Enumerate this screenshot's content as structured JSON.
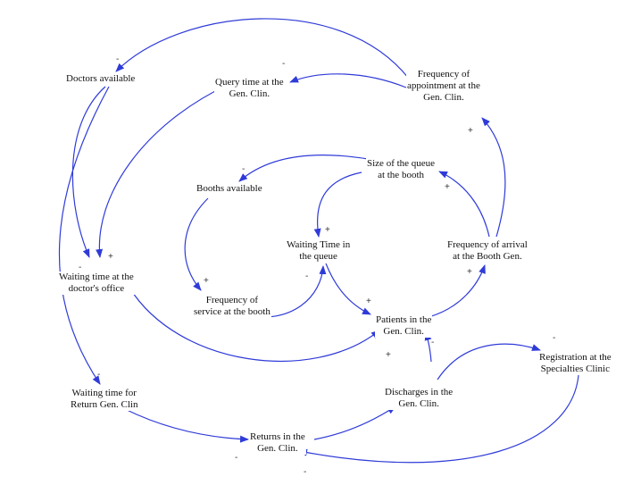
{
  "colors": {
    "edge": "#2f3bd8",
    "text": "#111111"
  },
  "nodes": {
    "doctors_available": "Doctors available",
    "query_time": "Query time at the\nGen. Clin.",
    "freq_appointment": "Frequency of\nappointment at the\nGen. Clin.",
    "booths_available": "Booths available",
    "size_queue": "Size of the queue\nat the booth",
    "waiting_time_queue": "Waiting Time in\nthe queue",
    "freq_arrival": "Frequency of arrival\nat the Booth Gen.",
    "waiting_time_doctor": "Waiting time at the\ndoctor's office",
    "freq_service": "Frequency of\nservice at the booth",
    "patients": "Patients in the\nGen. Clin.",
    "registration": "Registration at the\nSpecialties Clinic",
    "waiting_return": "Waiting time for\nReturn Gen. Clin",
    "discharges": "Discharges in the\nGen. Clin.",
    "returns": "Returns in the\nGen. Clin."
  },
  "polarities": [
    {
      "id": "appt-to-doctors",
      "sign": "-"
    },
    {
      "id": "appt-to-query",
      "sign": "-"
    },
    {
      "id": "doctors-to-waitdoc-1",
      "sign": "-"
    },
    {
      "id": "doctors-to-waitdoc-2",
      "sign": "+"
    },
    {
      "id": "arrival-to-appt",
      "sign": "+"
    },
    {
      "id": "queue-to-booths",
      "sign": "-"
    },
    {
      "id": "queue-to-waitq",
      "sign": "+"
    },
    {
      "id": "arrival-to-queue",
      "sign": "+"
    },
    {
      "id": "booths-to-service",
      "sign": "+"
    },
    {
      "id": "service-to-waitq",
      "sign": "-"
    },
    {
      "id": "waitq-to-patients",
      "sign": "+"
    },
    {
      "id": "patients-to-arrival",
      "sign": "+"
    },
    {
      "id": "waitdoc-to-patients",
      "sign": "+"
    },
    {
      "id": "discharges-to-patients",
      "sign": "-"
    },
    {
      "id": "discharges-to-registration",
      "sign": "-"
    },
    {
      "id": "doctors-to-waitreturn",
      "sign": "-"
    },
    {
      "id": "returns-to-discharges",
      "sign": "-"
    },
    {
      "id": "waitreturn-to-returns",
      "sign": "-"
    },
    {
      "id": "registration-to-returns",
      "sign": "-"
    }
  ]
}
